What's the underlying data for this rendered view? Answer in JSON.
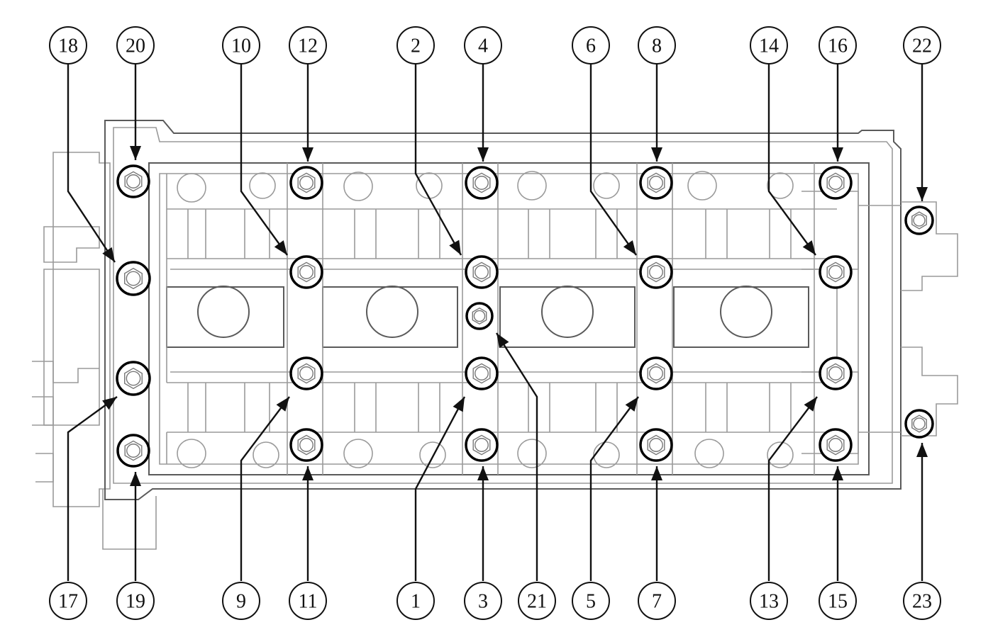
{
  "bolts": [
    {
      "id": "1"
    },
    {
      "id": "2"
    },
    {
      "id": "3"
    },
    {
      "id": "4"
    },
    {
      "id": "5"
    },
    {
      "id": "6"
    },
    {
      "id": "7"
    },
    {
      "id": "8"
    },
    {
      "id": "9"
    },
    {
      "id": "10"
    },
    {
      "id": "11"
    },
    {
      "id": "12"
    },
    {
      "id": "13"
    },
    {
      "id": "14"
    },
    {
      "id": "15"
    },
    {
      "id": "16"
    },
    {
      "id": "17"
    },
    {
      "id": "18"
    },
    {
      "id": "19"
    },
    {
      "id": "20"
    },
    {
      "id": "21"
    },
    {
      "id": "22"
    },
    {
      "id": "23"
    }
  ]
}
